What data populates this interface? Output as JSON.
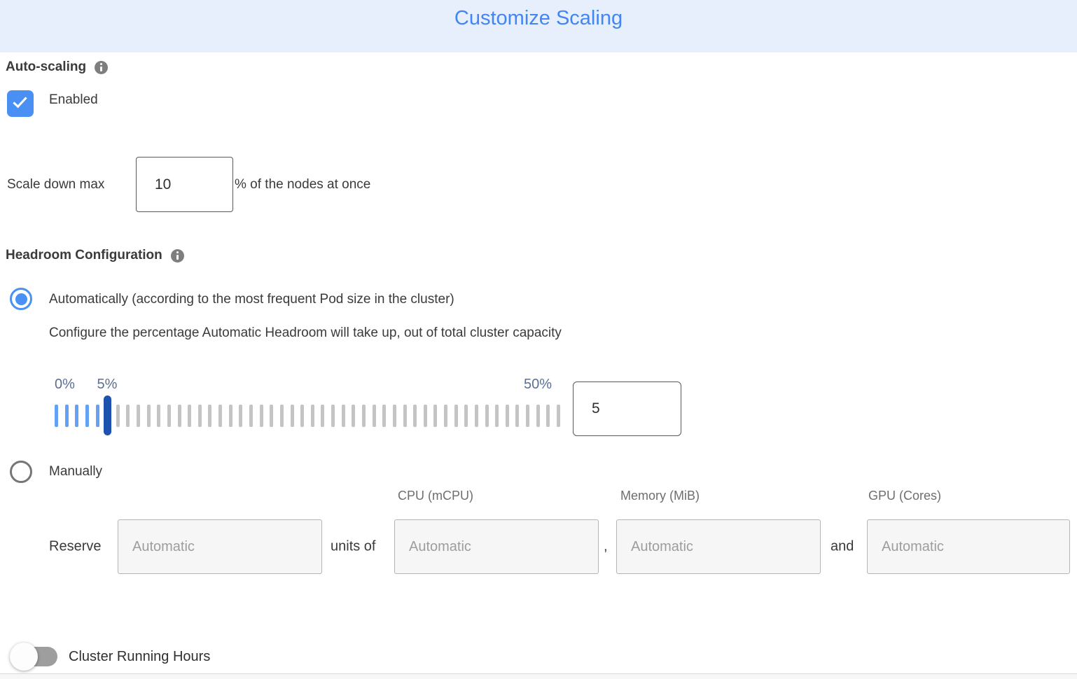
{
  "header": {
    "title": "Customize Scaling",
    "bg_color": "#e7effd",
    "title_color": "#4285f4"
  },
  "autoscaling": {
    "section_label": "Auto-scaling",
    "checkbox_label": "Enabled",
    "checkbox_checked": true,
    "checkbox_color": "#4a90f4"
  },
  "scale_down": {
    "label": "Scale down max",
    "value": "10",
    "suffix": "% of the nodes at once"
  },
  "headroom": {
    "section_label": "Headroom Configuration",
    "auto_option_label": "Automatically (according to the most frequent Pod size in the cluster)",
    "auto_option_selected": true,
    "auto_description": "Configure the percentage Automatic Headroom will take up, out of total cluster capacity",
    "slider": {
      "min_label": "0%",
      "current_label": "5%",
      "max_label": "50%",
      "value": "5",
      "tick_count": 50,
      "active_ticks": 5,
      "handle_index": 5,
      "colors": {
        "active": "#64a1f6",
        "handle": "#1d52ae",
        "inactive": "#c4c4c4",
        "labels": "#5b6f94"
      }
    },
    "manual_option_label": "Manually",
    "manual_option_selected": false,
    "manual": {
      "reserve_label": "Reserve",
      "units_label": "units of",
      "separator_comma": ",",
      "separator_and": "and",
      "columns": [
        "CPU (mCPU)",
        "Memory (MiB)",
        "GPU (Cores)"
      ],
      "placeholder": "Automatic"
    }
  },
  "cluster_running_hours": {
    "label": "Cluster Running Hours",
    "enabled": false
  }
}
